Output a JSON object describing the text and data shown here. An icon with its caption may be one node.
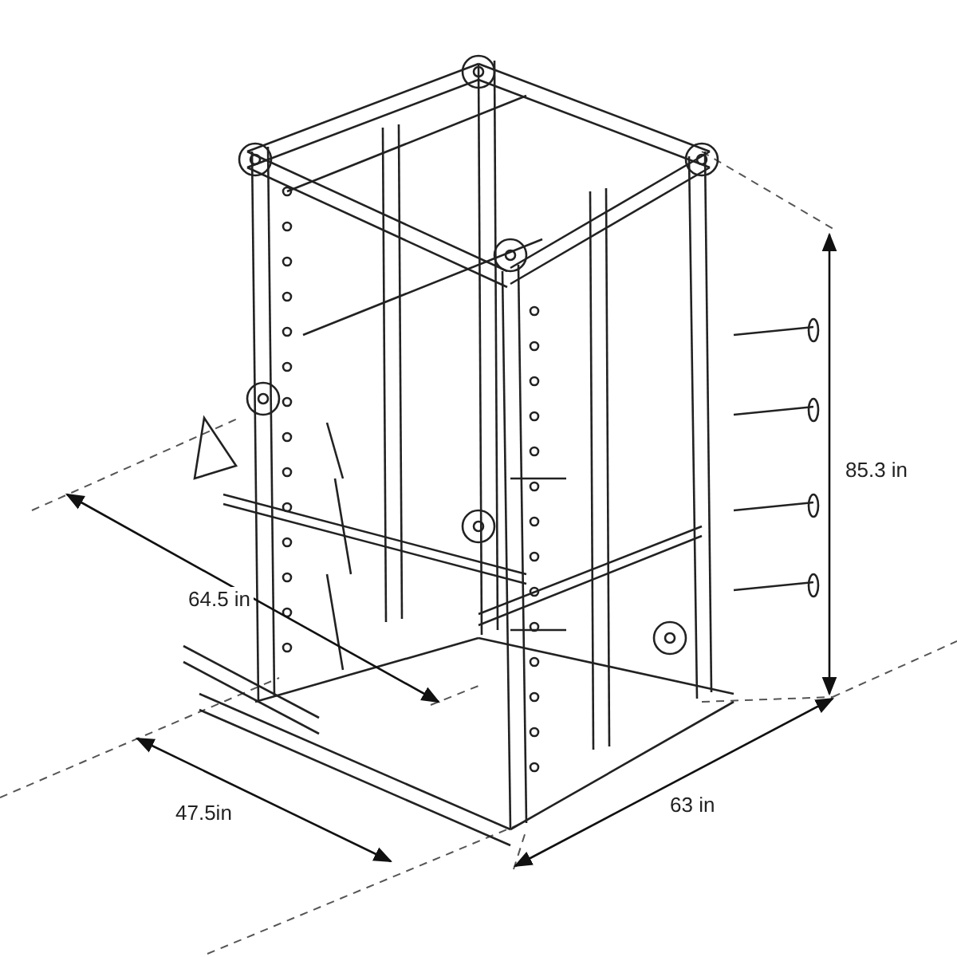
{
  "diagram": {
    "labels": [
      "85.3 in",
      "64.5 in",
      "47.5in",
      "63 in"
    ]
  }
}
